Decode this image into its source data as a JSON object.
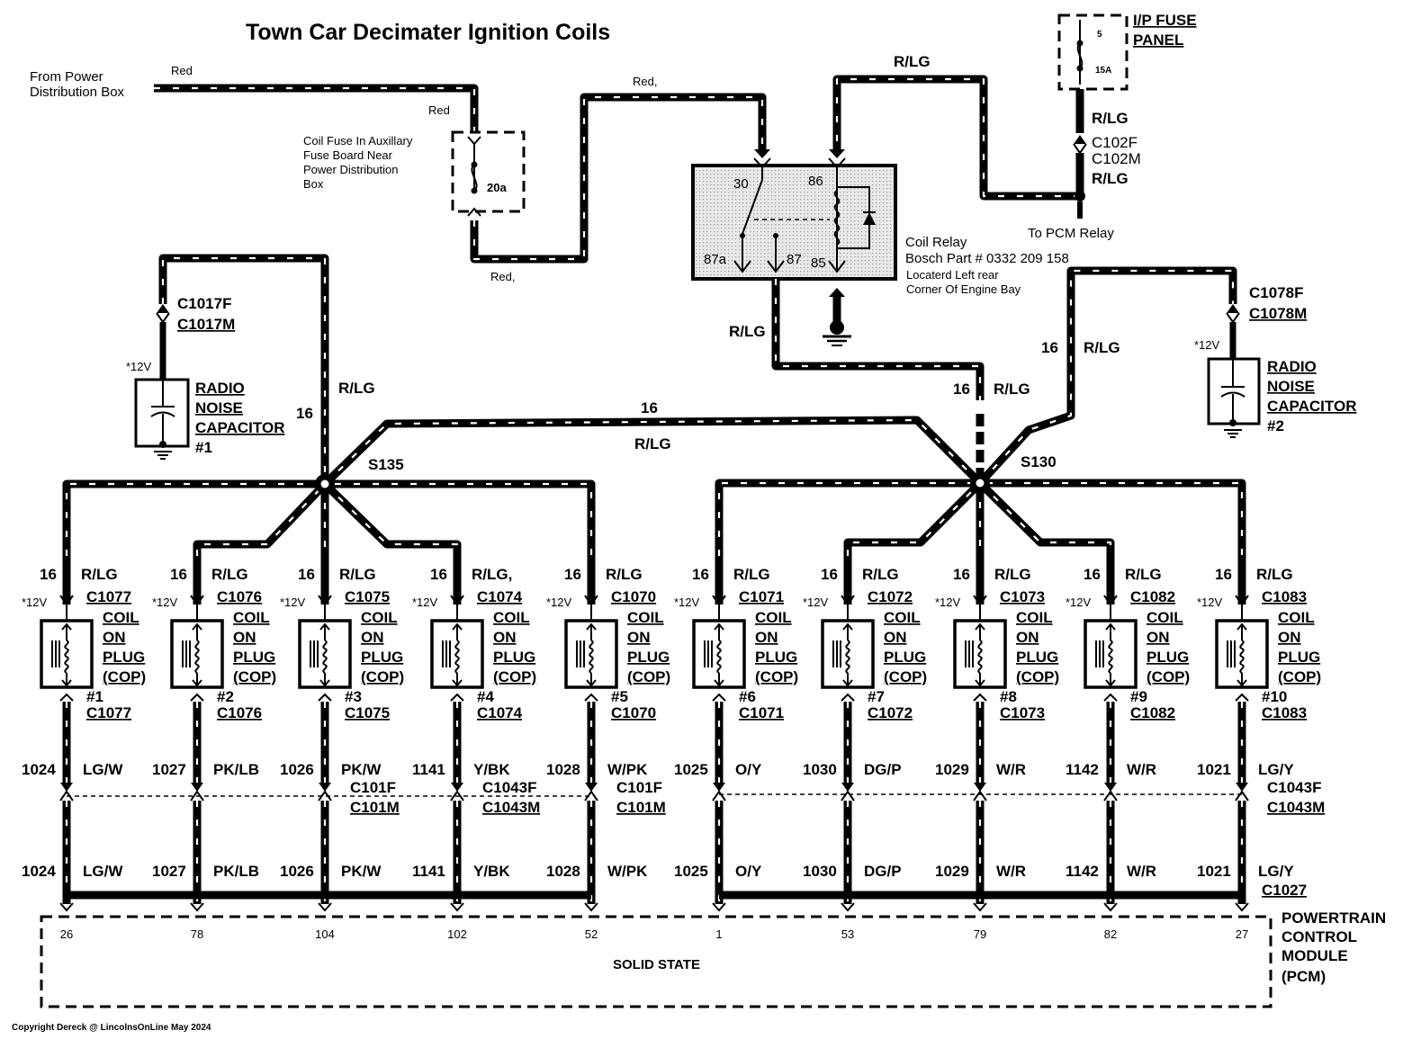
{
  "title": "Town Car Decimater Ignition Coils",
  "copyright": "Copyright Dereck @ LincolnsOnLine May 2024",
  "power_source": {
    "label_line1": "From Power",
    "label_line2": "Distribution Box",
    "wire_color_1": "Red",
    "wire_color_2": "Red",
    "wire_color_3": "Red,",
    "wire_color_4": "Red,"
  },
  "coil_fuse": {
    "note_line1": "Coil Fuse In Auxillary",
    "note_line2": "Fuse Board Near",
    "note_line3": "Power Distribution",
    "note_line4": "Box",
    "rating": "20a"
  },
  "relay": {
    "pin_30": "30",
    "pin_86": "86",
    "pin_87a": "87a",
    "pin_87": "87",
    "pin_85": "85",
    "label_line1": "Coil Relay",
    "label_line2": "Bosch Part # 0332 209 158",
    "label_line3": "Locaterd Left rear",
    "label_line4": "Corner Of Engine Bay",
    "output_wire": "R/LG",
    "supply_wire": "R/LG"
  },
  "ip_fuse": {
    "label_line1": "I/P FUSE",
    "label_line2": "PANEL",
    "fuse_number": "5",
    "rating": "15A",
    "wire_upper": "R/LG",
    "connector_f": "C102F",
    "connector_m": "C102M",
    "wire_lower": "R/LG",
    "to_label": "To PCM Relay"
  },
  "capacitors": [
    {
      "connector_f": "C1017F",
      "connector_m": "C1017M",
      "voltage": "*12V",
      "line1": "RADIO",
      "line2": "NOISE",
      "line3": "CAPACITOR",
      "number": "#1",
      "gauge": "16",
      "wire": "R/LG"
    },
    {
      "connector_f": "C1078F",
      "connector_m": "C1078M",
      "voltage": "*12V",
      "line1": "RADIO",
      "line2": "NOISE",
      "line3": "CAPACITOR",
      "number": "#2",
      "gauge": "16",
      "wire": "R/LG"
    }
  ],
  "splices": {
    "left": "S135",
    "right": "S130",
    "trunk_gauge": "16",
    "trunk_wire": "R/LG",
    "right_gauge": "16",
    "right_wire": "R/LG"
  },
  "coil_label": {
    "line1": "COIL",
    "line2": "ON",
    "line3": "PLUG",
    "line4": "(COP)"
  },
  "coils": [
    {
      "gauge": "16",
      "wire_in": "R/LG",
      "connector": "C1077",
      "voltage": "*12V",
      "number": "#1",
      "circuit": "1024",
      "wire_out": "LG/W",
      "inline_f": "",
      "inline_m": "",
      "pcm_pin": "26"
    },
    {
      "gauge": "16",
      "wire_in": "R/LG",
      "connector": "C1076",
      "voltage": "*12V",
      "number": "#2",
      "circuit": "1027",
      "wire_out": "PK/LB",
      "inline_f": "",
      "inline_m": "",
      "pcm_pin": "78"
    },
    {
      "gauge": "16",
      "wire_in": "R/LG",
      "connector": "C1075",
      "voltage": "*12V",
      "number": "#3",
      "circuit": "1026",
      "wire_out": "PK/W",
      "inline_f": "C101F",
      "inline_m": "C101M",
      "pcm_pin": "104"
    },
    {
      "gauge": "16",
      "wire_in": "R/LG,",
      "connector": "C1074",
      "voltage": "*12V",
      "number": "#4",
      "circuit": "1141",
      "wire_out": "Y/BK",
      "inline_f": "C1043F",
      "inline_m": "C1043M",
      "pcm_pin": "102"
    },
    {
      "gauge": "16",
      "wire_in": "R/LG",
      "connector": "C1070",
      "voltage": "*12V",
      "number": "#5",
      "circuit": "1028",
      "wire_out": "W/PK",
      "inline_f": "C101F",
      "inline_m": "C101M",
      "pcm_pin": "52"
    },
    {
      "gauge": "16",
      "wire_in": "R/LG",
      "connector": "C1071",
      "voltage": "*12V",
      "number": "#6",
      "circuit": "1025",
      "wire_out": "O/Y",
      "inline_f": "",
      "inline_m": "",
      "pcm_pin": "1"
    },
    {
      "gauge": "16",
      "wire_in": "R/LG",
      "connector": "C1072",
      "voltage": "*12V",
      "number": "#7",
      "circuit": "1030",
      "wire_out": "DG/P",
      "inline_f": "",
      "inline_m": "",
      "pcm_pin": "53"
    },
    {
      "gauge": "16",
      "wire_in": "R/LG",
      "connector": "C1073",
      "voltage": "*12V",
      "number": "#8",
      "circuit": "1029",
      "wire_out": "W/R",
      "inline_f": "",
      "inline_m": "",
      "pcm_pin": "79"
    },
    {
      "gauge": "16",
      "wire_in": "R/LG",
      "connector": "C1082",
      "voltage": "*12V",
      "number": "#9",
      "circuit": "1142",
      "wire_out": "W/R",
      "inline_f": "",
      "inline_m": "",
      "pcm_pin": "82"
    },
    {
      "gauge": "16",
      "wire_in": "R/LG",
      "connector": "C1083",
      "voltage": "*12V",
      "number": "#10",
      "circuit": "1021",
      "wire_out": "LG/Y",
      "inline_f": "C1043F",
      "inline_m": "C1043M",
      "pcm_pin": "27"
    }
  ],
  "pcm": {
    "label_line1": "POWERTRAIN",
    "label_line2": "CONTROL",
    "label_line3": "MODULE",
    "label_line4": "(PCM)",
    "inner_label": "SOLID STATE",
    "connector": "C1027"
  }
}
